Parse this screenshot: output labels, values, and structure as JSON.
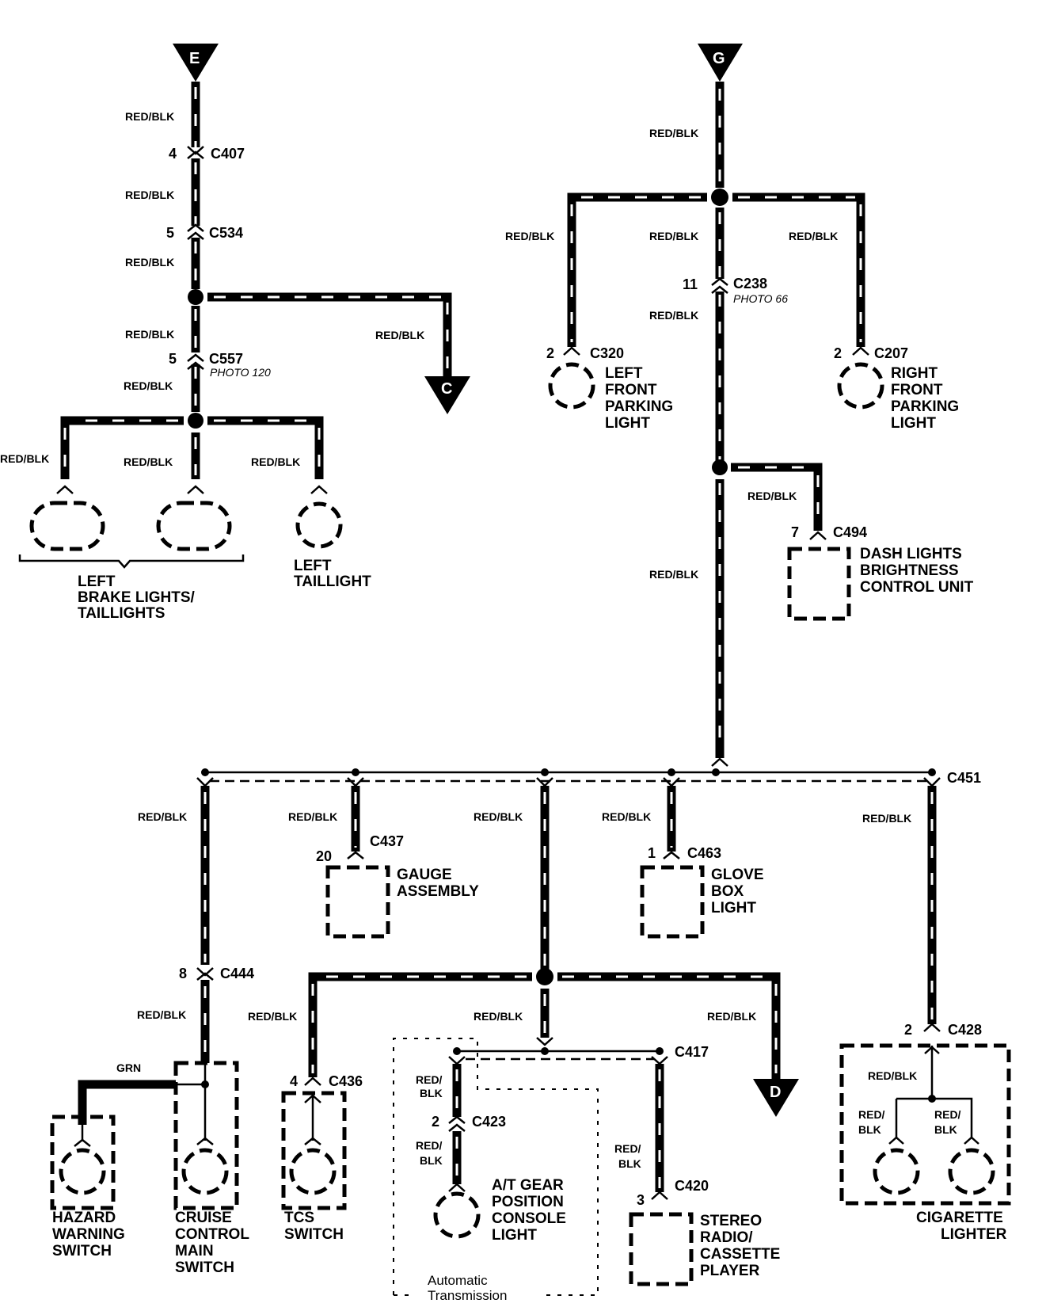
{
  "diagram": {
    "type": "wiring-schematic",
    "wire_color_code": "RED/BLK",
    "wire_color_code_split": [
      "RED/",
      "BLK"
    ],
    "ground_wire_color": "GRN",
    "connector_flags": {
      "E": "E",
      "G": "G",
      "C": "C",
      "D": "D"
    },
    "connectors": {
      "C407": {
        "id": "C407",
        "pin": "4"
      },
      "C534": {
        "id": "C534",
        "pin": "5"
      },
      "C557": {
        "id": "C557",
        "pin": "5",
        "photo": "PHOTO 120"
      },
      "C238": {
        "id": "C238",
        "pin": "11",
        "photo": "PHOTO 66"
      },
      "C320": {
        "id": "C320",
        "pin": "2"
      },
      "C207": {
        "id": "C207",
        "pin": "2"
      },
      "C494": {
        "id": "C494",
        "pin": "7"
      },
      "C451": {
        "id": "C451"
      },
      "C437": {
        "id": "C437",
        "pin": "20"
      },
      "C463": {
        "id": "C463",
        "pin": "1"
      },
      "C444": {
        "id": "C444",
        "pin": "8"
      },
      "C436": {
        "id": "C436",
        "pin": "4"
      },
      "C417": {
        "id": "C417"
      },
      "C423": {
        "id": "C423",
        "pin": "2"
      },
      "C420": {
        "id": "C420",
        "pin": "3"
      },
      "C428": {
        "id": "C428",
        "pin": "2"
      }
    },
    "components": {
      "left_brake_lights": [
        "LEFT",
        "BRAKE LIGHTS/",
        "TAILLIGHTS"
      ],
      "left_taillight": [
        "LEFT",
        "TAILLIGHT"
      ],
      "left_front_parking": [
        "LEFT",
        "FRONT",
        "PARKING",
        "LIGHT"
      ],
      "right_front_parking": [
        "RIGHT",
        "FRONT",
        "PARKING",
        "LIGHT"
      ],
      "dash_lights": [
        "DASH LIGHTS",
        "BRIGHTNESS",
        "CONTROL UNIT"
      ],
      "gauge_assembly": [
        "GAUGE",
        "ASSEMBLY"
      ],
      "glove_box": [
        "GLOVE",
        "BOX",
        "LIGHT"
      ],
      "hazard_switch": [
        "HAZARD",
        "WARNING",
        "SWITCH"
      ],
      "cruise_switch": [
        "CRUISE",
        "CONTROL",
        "MAIN",
        "SWITCH"
      ],
      "tcs_switch": [
        "TCS",
        "SWITCH"
      ],
      "at_gear_light": [
        "A/T GEAR",
        "POSITION",
        "CONSOLE",
        "LIGHT"
      ],
      "stereo": [
        "STEREO",
        "RADIO/",
        "CASSETTE",
        "PLAYER"
      ],
      "cigarette_lighter": [
        "CIGARETTE",
        "LIGHTER"
      ]
    },
    "notes": {
      "automatic_transmission": [
        "Automatic",
        "Transmission"
      ]
    }
  }
}
